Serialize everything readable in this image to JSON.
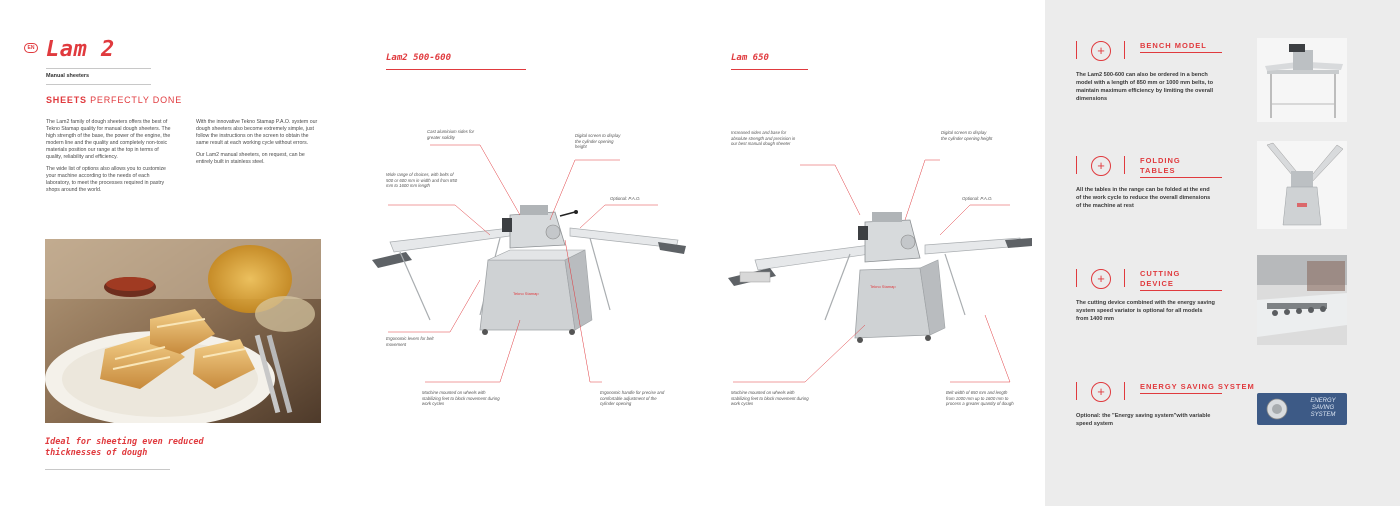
{
  "header": {
    "lang_badge": "EN",
    "title": "Lam 2",
    "subtitle": "Manual sheeters",
    "tagline_bold": "SHEETS",
    "tagline_rest": "PERFECTLY DONE"
  },
  "intro": {
    "col1": [
      "The Lam2 family of dough sheeters offers the best of Tekno Stamap quality for manual dough sheeters. The high strength of the base, the power of the engine, the modern line and the quality and completely non-toxic materials position our range at the top in terms of quality, reliability and efficiency.",
      "The wide list of options also allows you to customize your machine according to the needs of each laboratory, to meet the processes required in pastry shops around the world."
    ],
    "col2": [
      "With the innovative Tekno Stamap P.A.O. system our dough sheeters also become extremely simple, just follow the instructions on the screen to obtain the same result at each working cycle without errors.",
      "Our Lam2 manual sheeters, on request, can be entirely built in stainless steel."
    ]
  },
  "photo_caption": [
    "Ideal for sheeting even reduced",
    "thicknesses of dough"
  ],
  "machines": [
    {
      "heading": "Lam2 500-600",
      "callouts": [
        "Cast aluminium sides for greater solidity",
        "Digital screen to display the cylinder opening height",
        "Wide range of choices, with belts of 500 or 600 mm in width and from 850 mm to 1600 mm length",
        "Optional: P.A.O.",
        "Ergonomic levers for belt movement",
        "Machine mounted on wheels with stabilizing feet to block movement during work cycles",
        "Ergonomic handle for precise and comfortable adjustment of the cylinder opening"
      ],
      "brand_label": "Tekno Stamap"
    },
    {
      "heading": "Lam 650",
      "callouts": [
        "Increased sides and base for absolute strength and precision in our best manual dough sheeter",
        "Digital screen to display the cylinder opening height",
        "Optional: P.A.O.",
        "Machine mounted on wheels with stabilizing feet to block movement during work cycles",
        "Belt width of 650 mm and length from 1000 mm up to 1600 mm to process a greater quantity of dough"
      ],
      "brand_label": "Tekno Stamap"
    }
  ],
  "features": [
    {
      "title": [
        "BENCH MODEL"
      ],
      "desc": "The Lam2 500-600 can also be ordered in a bench model with a length of 850 mm or 1000 mm belts, to maintain maximum efficiency by limiting the overall dimensions",
      "icon": "plus-icon"
    },
    {
      "title": [
        "FOLDING",
        "TABLES"
      ],
      "desc": "All the tables in the range can be folded at the end of the work cycle to reduce the overall dimensions of the machine at rest",
      "icon": "plus-icon"
    },
    {
      "title": [
        "CUTTING",
        "DEVICE"
      ],
      "desc": "The cutting device combined with the energy saving system speed variator is optional for all models from 1400 mm",
      "icon": "plus-icon"
    },
    {
      "title": [
        "ENERGY SAVING SYSTEM"
      ],
      "desc": "Optional: the \"Energy saving system\"with variable speed system",
      "icon": "plus-icon",
      "badge": [
        "ENERGY",
        "SAVING",
        "SYSTEM"
      ]
    }
  ],
  "colors": {
    "accent": "#e03a3e",
    "panel": "#ececec",
    "steel": "#c9ccce"
  }
}
